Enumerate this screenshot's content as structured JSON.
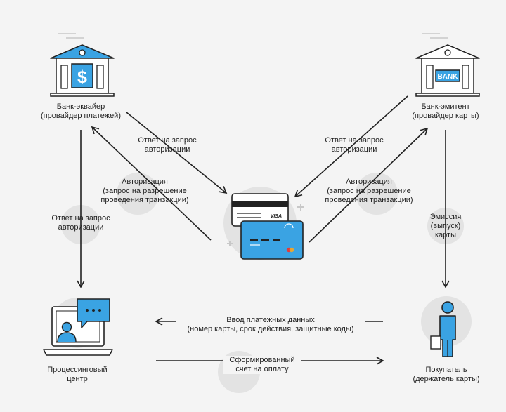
{
  "nodes": {
    "acquirer": {
      "line1": "Банк-эквайер",
      "line2": "(провайдер платежей)",
      "icon": "bank-dollar-icon"
    },
    "issuer": {
      "line1": "Банк-эмитент",
      "line2": "(провайдер карты)",
      "icon": "bank-icon",
      "sign": "BANK"
    },
    "processing": {
      "line1": "Процессинговый",
      "line2": "центр",
      "icon": "laptop-chat-icon"
    },
    "buyer": {
      "line1": "Покупатель",
      "line2": "(держатель карты)",
      "icon": "person-icon"
    },
    "cards": {
      "icon": "credit-cards-icon",
      "visa": "VISA"
    }
  },
  "edges": {
    "acq_response_to_cards": {
      "line1": "Ответ на запрос",
      "line2": "авторизации"
    },
    "cards_auth_to_acq": {
      "line1": "Авторизация",
      "line2": "(запрос на разрешение",
      "line3": "проведения транзакции)"
    },
    "iss_response_to_cards": {
      "line1": "Ответ на запрос",
      "line2": "авторизации"
    },
    "cards_auth_to_iss": {
      "line1": "Авторизация",
      "line2": "(запрос на разрешение",
      "line3": "проведения транзакции)"
    },
    "acq_to_processing": {
      "line1": "Ответ на запрос",
      "line2": "авторизации"
    },
    "issuer_to_buyer": {
      "line1": "Эмиссия",
      "line2": "(выпуск)",
      "line3": "карты"
    },
    "buyer_to_processing": {
      "line1": "Ввод платежных данных",
      "line2": "(номер карты, срок действия, защитные коды)"
    },
    "processing_to_buyer": {
      "line1": "Сформированный",
      "line2": "счет на оплату"
    }
  },
  "colors": {
    "accent": "#3aa3e3",
    "line": "#222222",
    "circle": "#e3e3e3"
  }
}
